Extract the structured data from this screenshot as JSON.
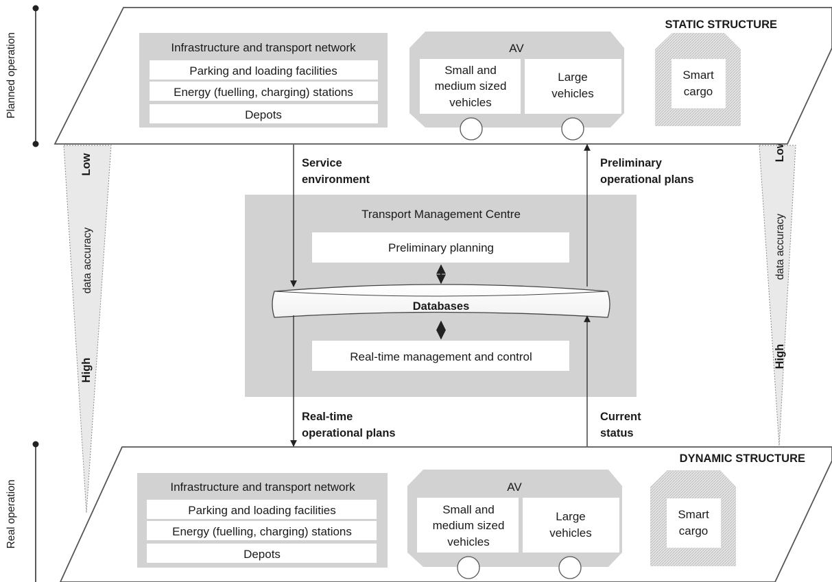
{
  "side_labels": {
    "planned": "Planned operation",
    "real": "Real operation"
  },
  "static_plane": {
    "title": "STATIC STRUCTURE",
    "infrastructure": {
      "title": "Infrastructure and transport network",
      "items": [
        "Parking and loading facilities",
        "Energy (fuelling, charging) stations",
        "Depots"
      ]
    },
    "av": {
      "title": "AV",
      "small": [
        "Small and",
        "medium sized",
        "vehicles"
      ],
      "large": [
        "Large",
        "vehicles"
      ]
    },
    "cargo": [
      "Smart",
      "cargo"
    ]
  },
  "dynamic_plane": {
    "title": "DYNAMIC STRUCTURE",
    "infrastructure": {
      "title": "Infrastructure and transport network",
      "items": [
        "Parking and loading facilities",
        "Energy (fuelling, charging) stations",
        "Depots"
      ]
    },
    "av": {
      "title": "AV",
      "small": [
        "Small and",
        "medium sized",
        "vehicles"
      ],
      "large": [
        "Large",
        "vehicles"
      ]
    },
    "cargo": [
      "Smart",
      "cargo"
    ]
  },
  "tmc": {
    "title": "Transport Management Centre",
    "planning": "Preliminary planning",
    "databases": "Databases",
    "realtime": "Real-time management and control"
  },
  "flows": {
    "service_environment": [
      "Service",
      "environment"
    ],
    "preliminary_plans": [
      "Preliminary",
      "operational plans"
    ],
    "realtime_plans": [
      "Real-time",
      "operational plans"
    ],
    "current_status": [
      "Current",
      "status"
    ]
  },
  "accuracy": {
    "low": "Low",
    "label": "data accuracy",
    "high": "High"
  },
  "colors": {
    "panel_gray": "#d2d2d2",
    "stroke": "#444444",
    "text": "#1a1a1a"
  }
}
